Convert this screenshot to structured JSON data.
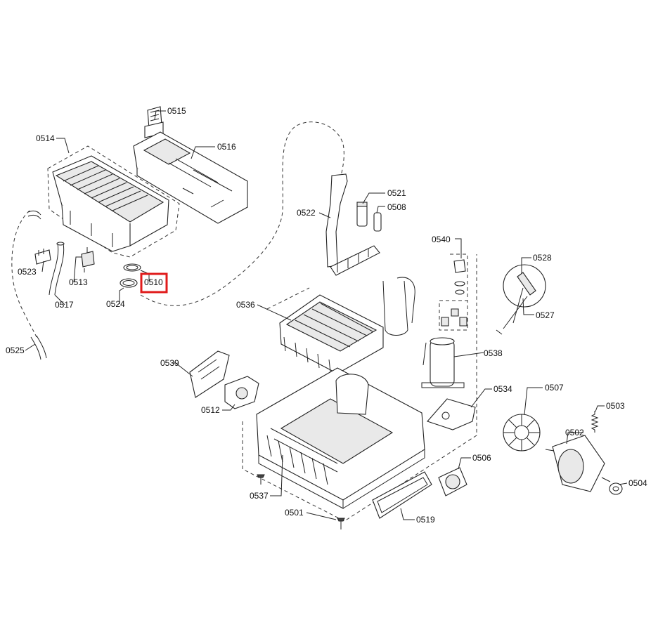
{
  "highlight": {
    "part": "0510",
    "color": "#e01b1b"
  },
  "labels": {
    "p0501": "0501",
    "p0502": "0502",
    "p0503": "0503",
    "p0504": "0504",
    "p0506": "0506",
    "p0507": "0507",
    "p0508": "0508",
    "p0510": "0510",
    "p0512": "0512",
    "p0513": "0513",
    "p0514": "0514",
    "p0515": "0515",
    "p0516": "0516",
    "p0517": "0517",
    "p0519": "0519",
    "p0521": "0521",
    "p0522": "0522",
    "p0523": "0523",
    "p0524": "0524",
    "p0525": "0525",
    "p0527": "0527",
    "p0528": "0528",
    "p0534": "0534",
    "p0536": "0536",
    "p0537": "0537",
    "p0538": "0538",
    "p0539": "0539",
    "p0540": "0540"
  }
}
